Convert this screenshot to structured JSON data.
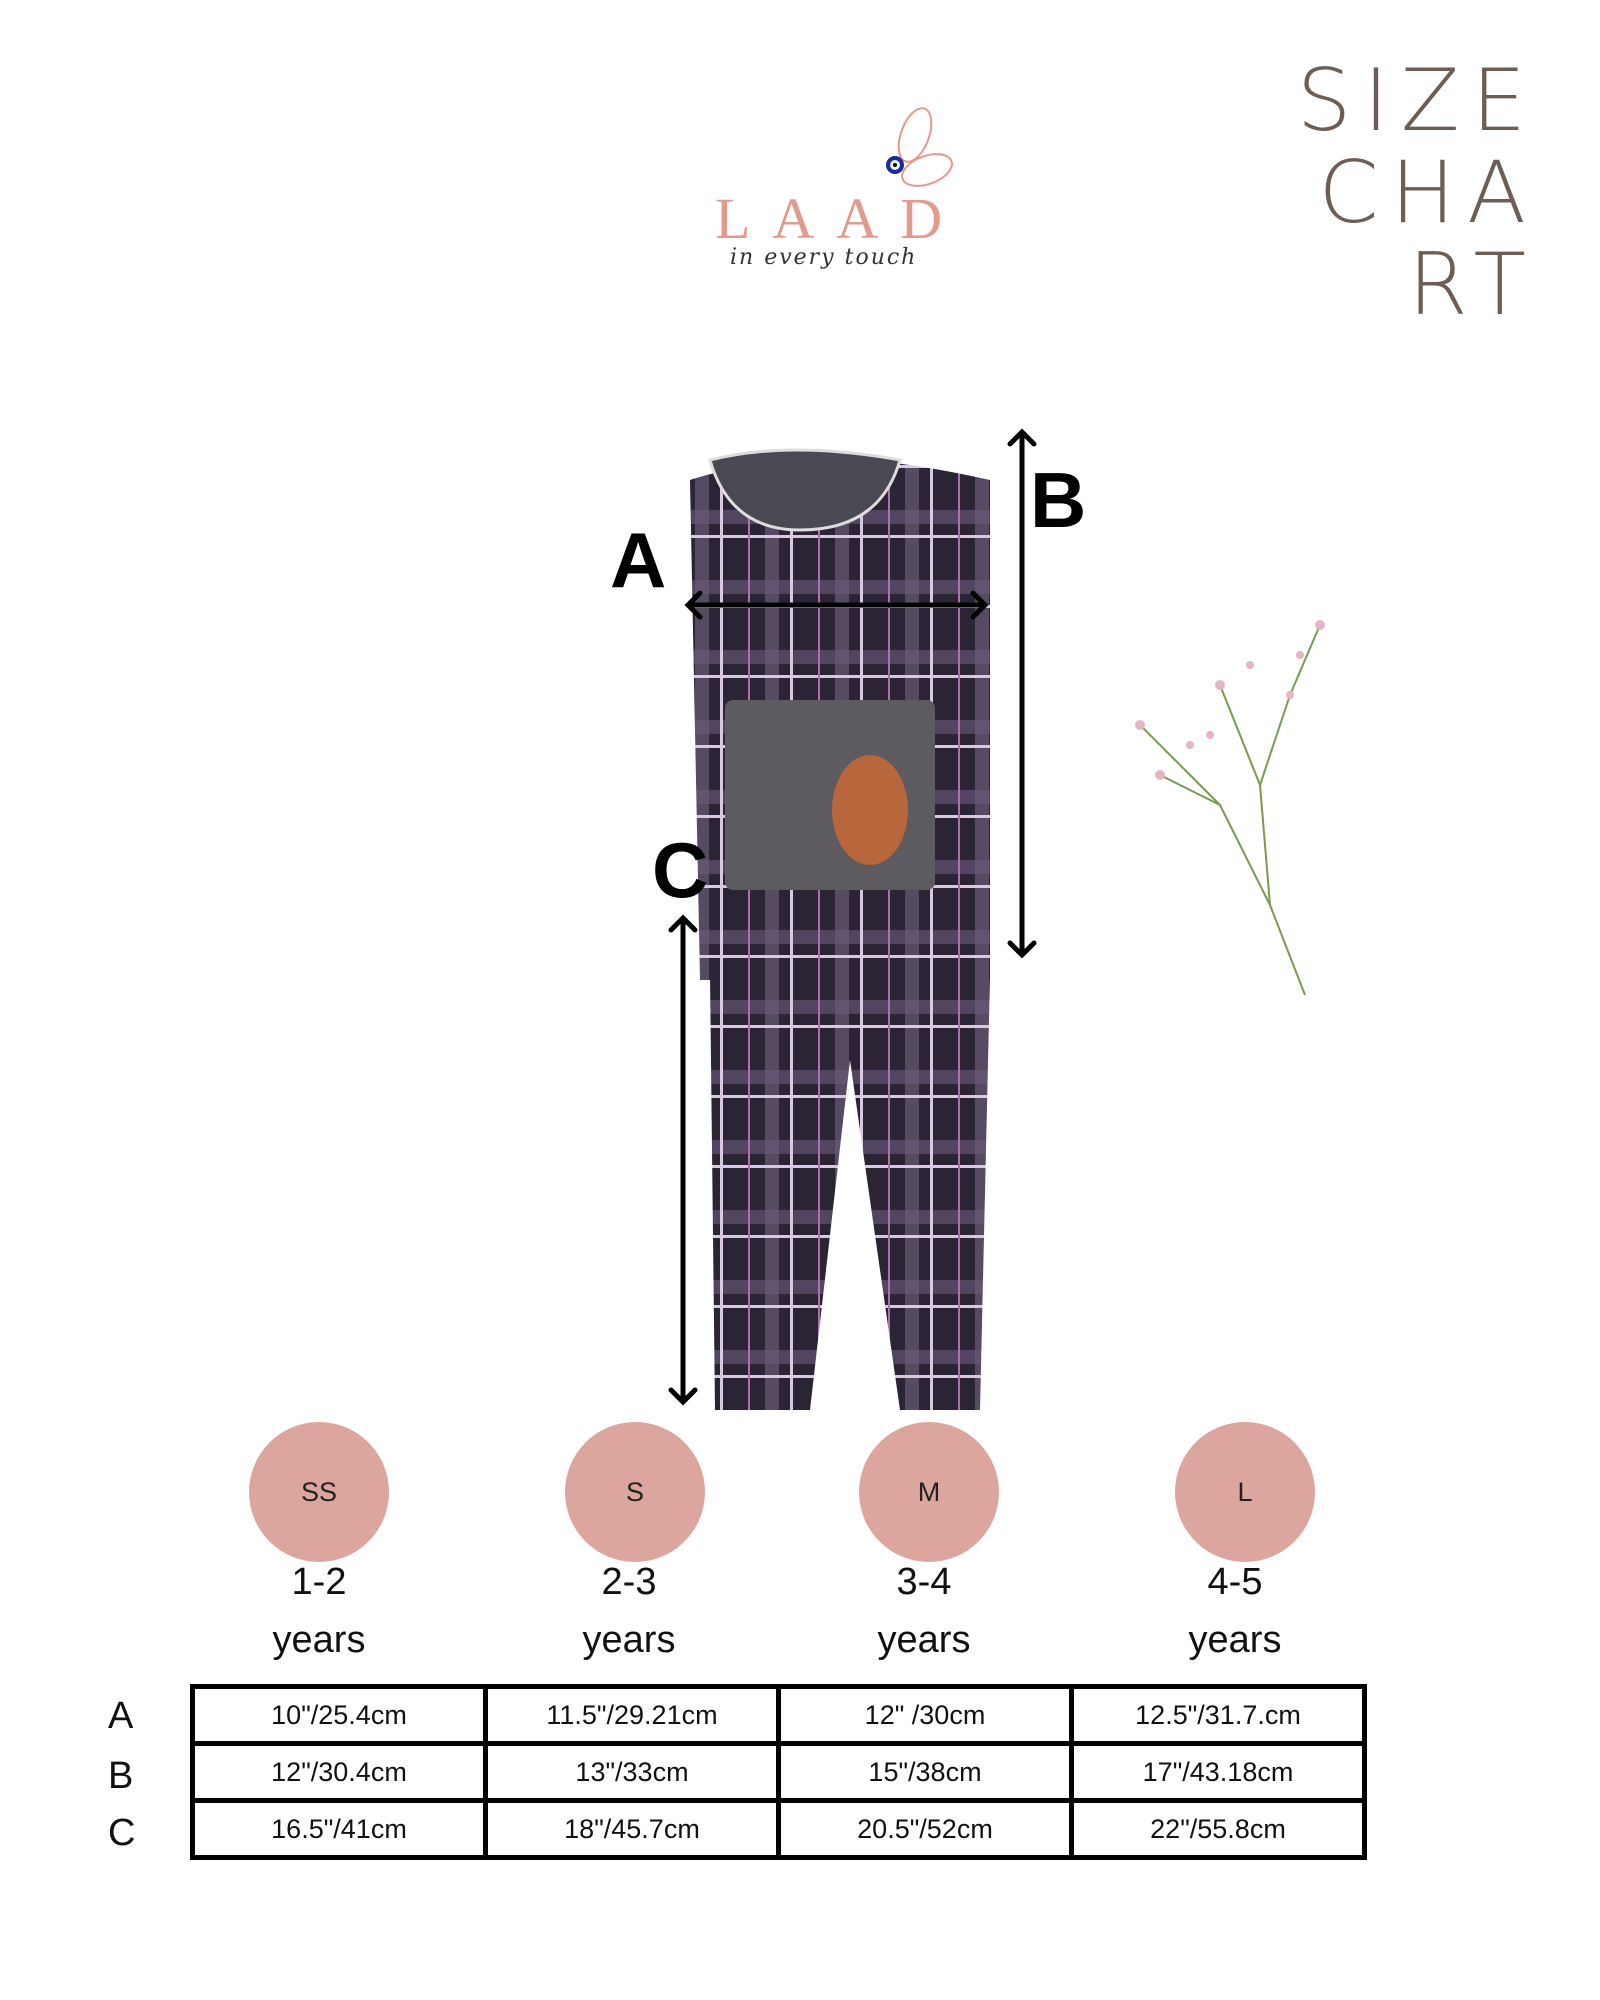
{
  "brand": {
    "name": "LAAD",
    "tagline": "in every touch"
  },
  "title": [
    "SIZE",
    "CHA",
    "RT"
  ],
  "measurements": {
    "a": "A",
    "b": "B",
    "c": "C"
  },
  "sizes": [
    {
      "code": "SS",
      "age": "1-2",
      "unit": "years"
    },
    {
      "code": "S",
      "age": "2-3",
      "unit": "years"
    },
    {
      "code": "M",
      "age": "3-4",
      "unit": "years"
    },
    {
      "code": "L",
      "age": "4-5",
      "unit": "years"
    }
  ],
  "table": {
    "rows": [
      {
        "label": "A",
        "values": [
          "10\"/25.4cm",
          "11.5\"/29.21cm",
          "12\" /30cm",
          "12.5\"/31.7.cm"
        ]
      },
      {
        "label": "B",
        "values": [
          "12\"/30.4cm",
          "13\"/33cm",
          "15\"/38cm",
          "17\"/43.18cm"
        ]
      },
      {
        "label": "C",
        "values": [
          "16.5\"/41cm",
          "18\"/45.7cm",
          "20.5\"/52cm",
          "22\"/55.8cm"
        ]
      }
    ]
  },
  "colors": {
    "accent": "#dca59d",
    "title": "#6e5d55",
    "logo": "#e39a8d"
  }
}
